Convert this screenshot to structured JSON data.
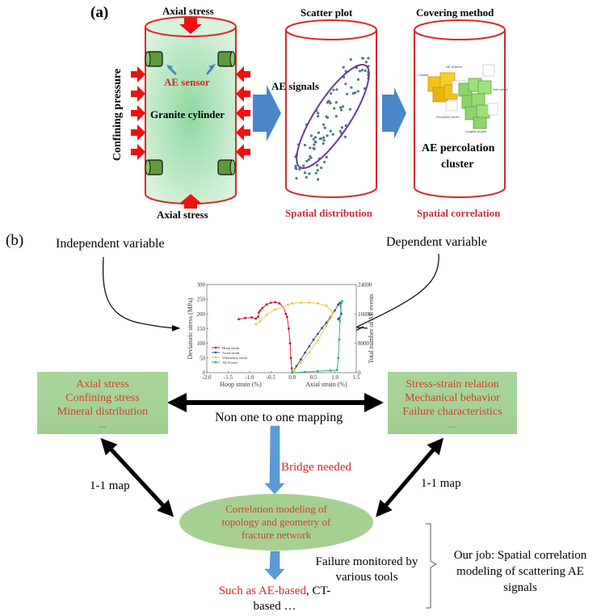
{
  "panel_a": {
    "label": "(a)",
    "cylinder1": {
      "top_label": "Axial stress",
      "bottom_label": "Axial stress",
      "side_label": "Confining pressure",
      "sensor_label": "AE sensor",
      "body_label": "Granite cylinder"
    },
    "cylinder2": {
      "title": "Scatter plot",
      "signal_label": "AE signals",
      "caption": "Spatial distribution"
    },
    "cylinder3": {
      "title": "Covering method",
      "cluster_label_line1": "AE percolation",
      "cluster_label_line2": "cluster",
      "caption": "Spatial correlation",
      "inset_labels": [
        "Cluster",
        "AE clusters",
        "Null cubes",
        "Occupied cubes",
        "Largest cluster"
      ]
    },
    "colors": {
      "cylinder_outline": "#d62a2a",
      "cylinder_fill": "#bfe8c8",
      "sensor": "#5f9a3c",
      "arrow_red": "#f01010",
      "arrow_blue": "#4a86c8",
      "scatter_point": "#4a7a8a",
      "ellipse": "#6a3a9a",
      "caption": "#c0303a"
    }
  },
  "panel_b": {
    "label": "(b)",
    "independent_label": "Independent variable",
    "dependent_label": "Dependent variable",
    "left_box": {
      "lines": [
        "Axial stress",
        "Confining stress",
        "Mineral distribution"
      ],
      "ellipsis": "..."
    },
    "right_box": {
      "lines": [
        "Stress-strain relation",
        "Mechanical behavior",
        "Failure characteristics"
      ],
      "ellipsis": "..."
    },
    "mapping_label": "Non one to one mapping",
    "bridge_label": "Bridge needed",
    "left_map_label": "1-1 map",
    "right_map_label": "1-1 map",
    "ellipse_lines": [
      "Correlation modeling of",
      "topology and geometry of",
      "fracture network"
    ],
    "monitor_label_line1": "Failure monitored by",
    "monitor_label_line2": "various tools",
    "such_as_red": "Such as AE-based",
    "such_as_black": ", CT-",
    "such_as_line2": "based …",
    "job_lines": [
      "Our job: Spatial correlation",
      "modeling of scattering AE",
      "signals"
    ],
    "colors": {
      "box_fill": "#a8d59a",
      "box_text": "#c8452c",
      "bridge_text": "#d42a2a",
      "blue_arrow": "#5b9bd5"
    }
  },
  "chart_data": {
    "type": "line",
    "title": "",
    "xlabel_left": "Hoop strain (%)",
    "xlabel_right": "Axial strain (%)",
    "ylabel": "Deviatoric stress (MPa)",
    "ylabel_right": "Total number of AE events",
    "xlim": [
      -2.0,
      1.5
    ],
    "ylim": [
      0,
      300
    ],
    "ylim_right": [
      0,
      24000
    ],
    "x_ticks": [
      "-2.0",
      "-1.5",
      "-1.0",
      "-0.5",
      "0.0",
      "0.5",
      "1.0",
      "1.5"
    ],
    "y_ticks": [
      "0",
      "50",
      "100",
      "150",
      "200",
      "250",
      "300"
    ],
    "y_ticks_right": [
      "0",
      "8000",
      "16000",
      "24000"
    ],
    "legend_position": "bottom-left",
    "series": [
      {
        "name": "Hoop strain",
        "color": "#c8102e",
        "axis": "left",
        "x": [
          -1.25,
          -1.1,
          -0.95,
          -0.85,
          -0.8,
          -0.78,
          -0.75,
          -0.7,
          -0.6,
          -0.5,
          -0.4,
          -0.3,
          -0.2,
          -0.15,
          -0.12,
          -0.08,
          -0.05,
          -0.03,
          -0.01,
          0.0
        ],
        "y": [
          182,
          186,
          188,
          184,
          190,
          205,
          212,
          220,
          232,
          238,
          240,
          236,
          222,
          200,
          190,
          150,
          100,
          50,
          15,
          0
        ]
      },
      {
        "name": "Axial strain",
        "color": "#2b4f8a",
        "axis": "left",
        "x": [
          0.0,
          0.1,
          0.2,
          0.3,
          0.4,
          0.5,
          0.6,
          0.7,
          0.8,
          0.9,
          1.0,
          1.08,
          1.12,
          1.15,
          1.1,
          1.08
        ],
        "y": [
          0,
          22,
          45,
          68,
          90,
          112,
          132,
          152,
          170,
          190,
          212,
          232,
          238,
          200,
          185,
          182
        ]
      },
      {
        "name": "Volumetric strain",
        "color": "#e8c83a",
        "axis": "left",
        "x": [
          -0.85,
          -0.75,
          -0.6,
          -0.4,
          -0.2,
          -0.1,
          0.0,
          0.2,
          0.4,
          0.6,
          0.8,
          0.95,
          0.92,
          0.8,
          0.6,
          0.4,
          0.2,
          0.05,
          0.0
        ],
        "y": [
          165,
          175,
          198,
          215,
          222,
          232,
          236,
          238,
          238,
          236,
          228,
          205,
          190,
          160,
          110,
          70,
          35,
          8,
          0
        ]
      },
      {
        "name": "AE Events",
        "color": "#2eaa6e",
        "axis": "right",
        "x": [
          0.0,
          0.3,
          0.6,
          0.9,
          1.05,
          1.08,
          1.1,
          1.12,
          1.15,
          1.17
        ],
        "y": [
          0,
          200,
          400,
          600,
          700,
          4000,
          9000,
          14000,
          19000,
          19500
        ]
      }
    ]
  }
}
